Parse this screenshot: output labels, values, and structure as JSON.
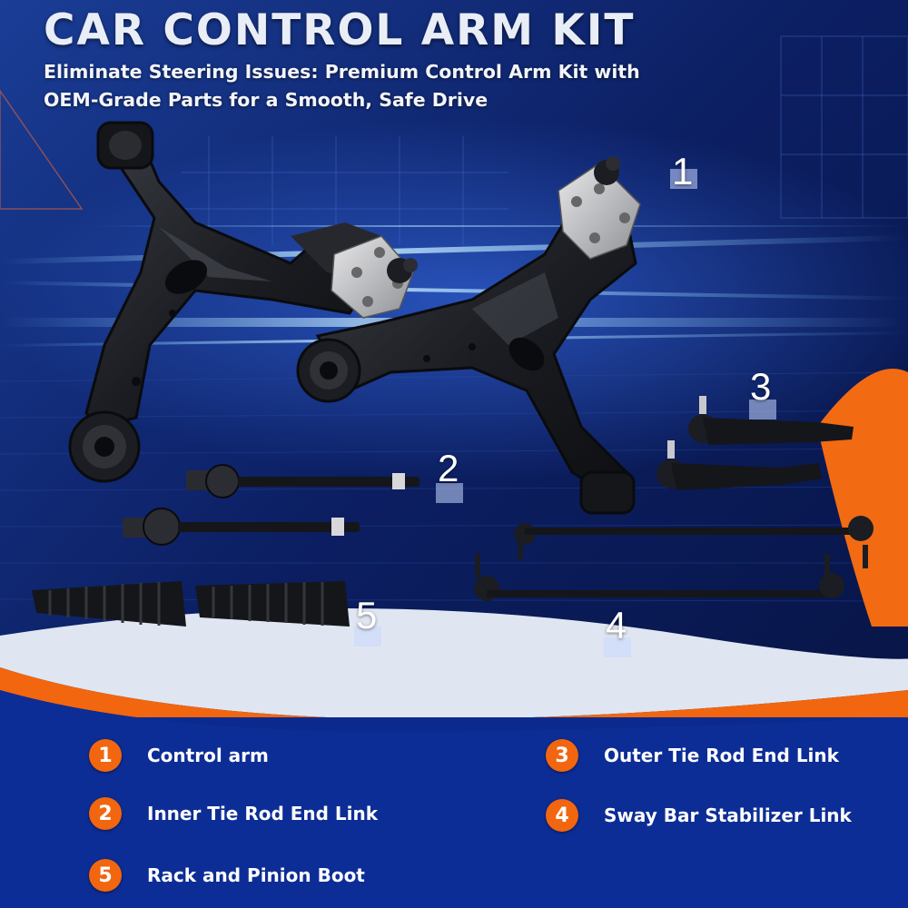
{
  "header": {
    "title": "CAR CONTROL ARM KIT",
    "subtitle": "Eliminate Steering Issues: Premium Control Arm Kit with OEM-Grade Parts for a Smooth, Safe Drive"
  },
  "callouts": [
    {
      "number": "1"
    },
    {
      "number": "2"
    },
    {
      "number": "3"
    },
    {
      "number": "4"
    },
    {
      "number": "5"
    }
  ],
  "legend": [
    {
      "number": "1",
      "label": "Control arm"
    },
    {
      "number": "2",
      "label": "Inner Tie Rod End Link"
    },
    {
      "number": "3",
      "label": "Outer Tie Rod End Link"
    },
    {
      "number": "4",
      "label": "Sway Bar Stabilizer Link"
    },
    {
      "number": "5",
      "label": "Rack and Pinion Boot"
    }
  ],
  "colors": {
    "background": "#0b1a55",
    "accent": "#f2660f",
    "part_metal": "#1b1d22",
    "text": "#ffffff"
  }
}
